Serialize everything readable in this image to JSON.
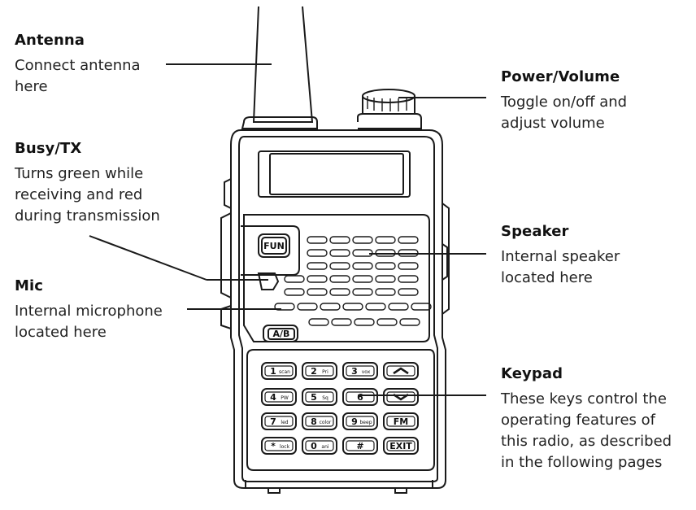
{
  "callouts": {
    "antenna": {
      "title": "Antenna",
      "desc": "Connect antenna\nhere"
    },
    "busy_tx": {
      "title": "Busy/TX",
      "desc": "Turns green while\nreceiving and red\nduring transmission"
    },
    "mic": {
      "title": "Mic",
      "desc": "Internal microphone\nlocated here"
    },
    "power_volume": {
      "title": "Power/Volume",
      "desc": "Toggle on/off and\nadjust volume"
    },
    "speaker": {
      "title": "Speaker",
      "desc": "Internal speaker\nlocated here"
    },
    "keypad": {
      "title": "Keypad",
      "desc": "These keys control the\noperating features of\nthis radio, as described\nin the following pages"
    }
  },
  "radio": {
    "fun_label": "FUN",
    "ab_label": "A/B",
    "keys": [
      {
        "main": "1",
        "sub": "scan"
      },
      {
        "main": "2",
        "sub": "Pri"
      },
      {
        "main": "3",
        "sub": "vox"
      },
      {
        "main": "^",
        "sub": ""
      },
      {
        "main": "4",
        "sub": "PW"
      },
      {
        "main": "5",
        "sub": "Sq"
      },
      {
        "main": "6",
        "sub": ""
      },
      {
        "main": "v",
        "sub": ""
      },
      {
        "main": "7",
        "sub": "led"
      },
      {
        "main": "8",
        "sub": "color"
      },
      {
        "main": "9",
        "sub": "beep"
      },
      {
        "main": "FM",
        "sub": ""
      },
      {
        "main": "*",
        "sub": "lock"
      },
      {
        "main": "0",
        "sub": "ani"
      },
      {
        "main": "#",
        "sub": ""
      },
      {
        "main": "EXIT",
        "sub": ""
      }
    ]
  }
}
